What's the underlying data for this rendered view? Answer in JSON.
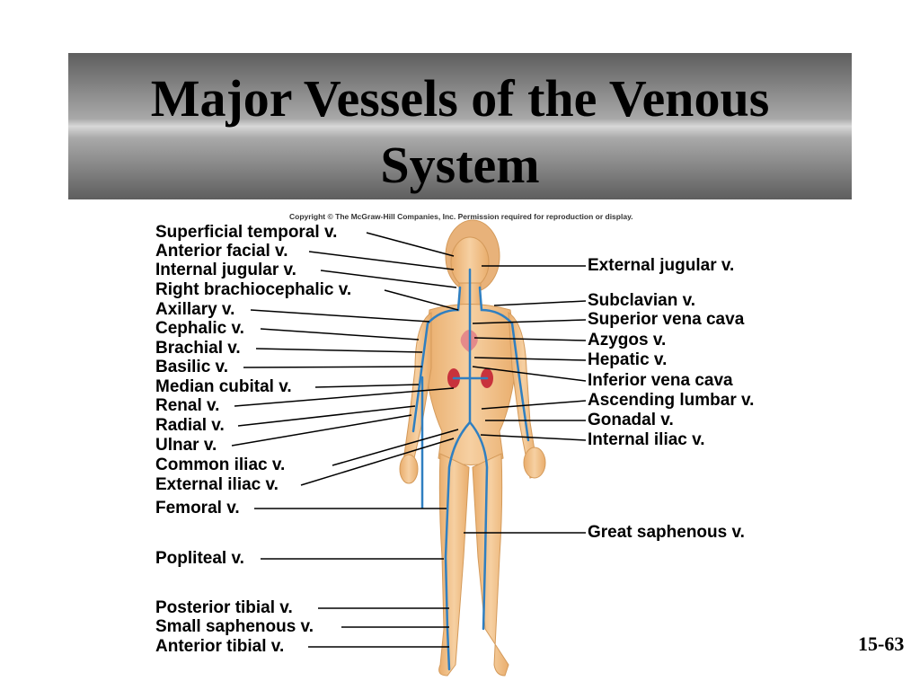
{
  "title": "Major Vessels of the Venous System",
  "copyright": "Copyright © The McGraw-Hill Companies, Inc. Permission required for reproduction or display.",
  "page_number": "15-63",
  "left_labels": [
    "Superficial temporal v.",
    "Anterior facial v.",
    "Internal jugular v.",
    "Right brachiocephalic v.",
    "Axillary v.",
    "Cephalic v.",
    "Brachial v.",
    "Basilic v.",
    "Median cubital v.",
    "Renal v.",
    "Radial v.",
    "Ulnar v.",
    "Common iliac v.",
    "External iliac v.",
    "Femoral v.",
    "Popliteal v.",
    "Posterior tibial v.",
    "Small saphenous v.",
    "Anterior tibial v."
  ],
  "right_labels": [
    "External jugular v.",
    "Subclavian v.",
    "Superior vena cava",
    "Azygos v.",
    "Hepatic v.",
    "Inferior vena cava",
    "Ascending lumbar v.",
    "Gonadal v.",
    "Internal iliac v.",
    "Great saphenous v."
  ],
  "colors": {
    "skin": "#f0c08a",
    "vein": "#2f7fc1",
    "organ": "#c8323c",
    "title_bg": "#8f8f8f"
  }
}
